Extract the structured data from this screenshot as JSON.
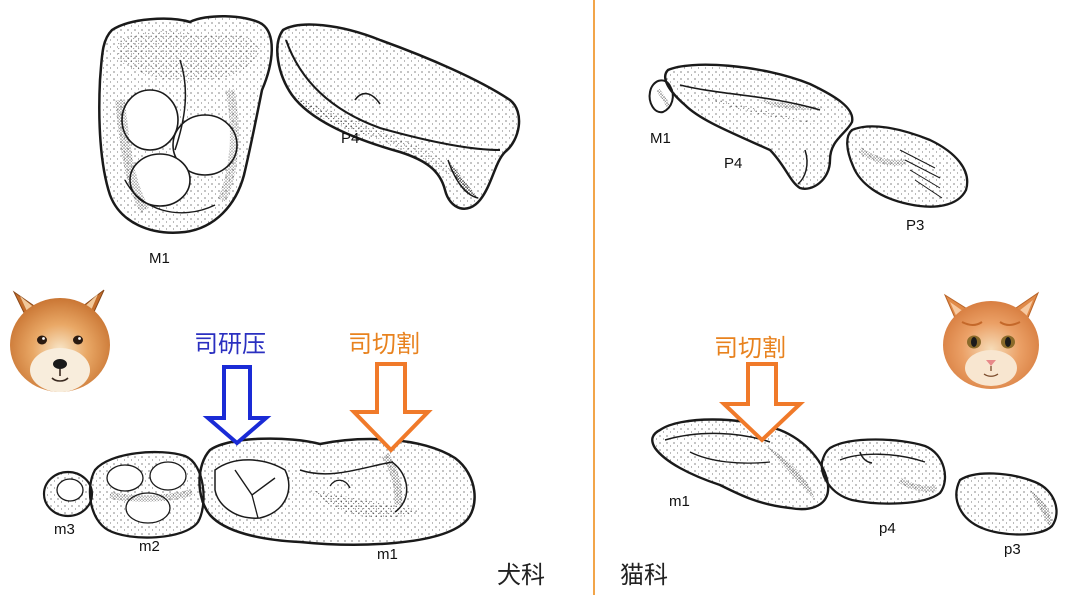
{
  "dog_panel": {
    "upper_labels": {
      "M1": "M1",
      "P4": "P4"
    },
    "lower_labels": {
      "m3": "m3",
      "m2": "m2",
      "m1": "m1"
    },
    "grinding_caption": "司研压",
    "cutting_caption": "司切割",
    "family_label": "犬科"
  },
  "cat_panel": {
    "upper_labels": {
      "M1": "M1",
      "P4": "P4",
      "P3": "P3"
    },
    "lower_labels": {
      "m1": "m1",
      "p4": "p4",
      "p3": "p3"
    },
    "cutting_caption": "司切割",
    "family_label": "猫科"
  },
  "colors": {
    "divider": "#f2a54a",
    "grinding_arrow": "#1a2bd6",
    "cutting_arrow": "#f07a2a",
    "grinding_text": "#2a2fc0",
    "cutting_text": "#e8821e",
    "tooth_ink": "#1a1a1a"
  },
  "icons": {
    "dog": "shiba-dog-face-icon",
    "cat": "kitten-face-icon"
  }
}
